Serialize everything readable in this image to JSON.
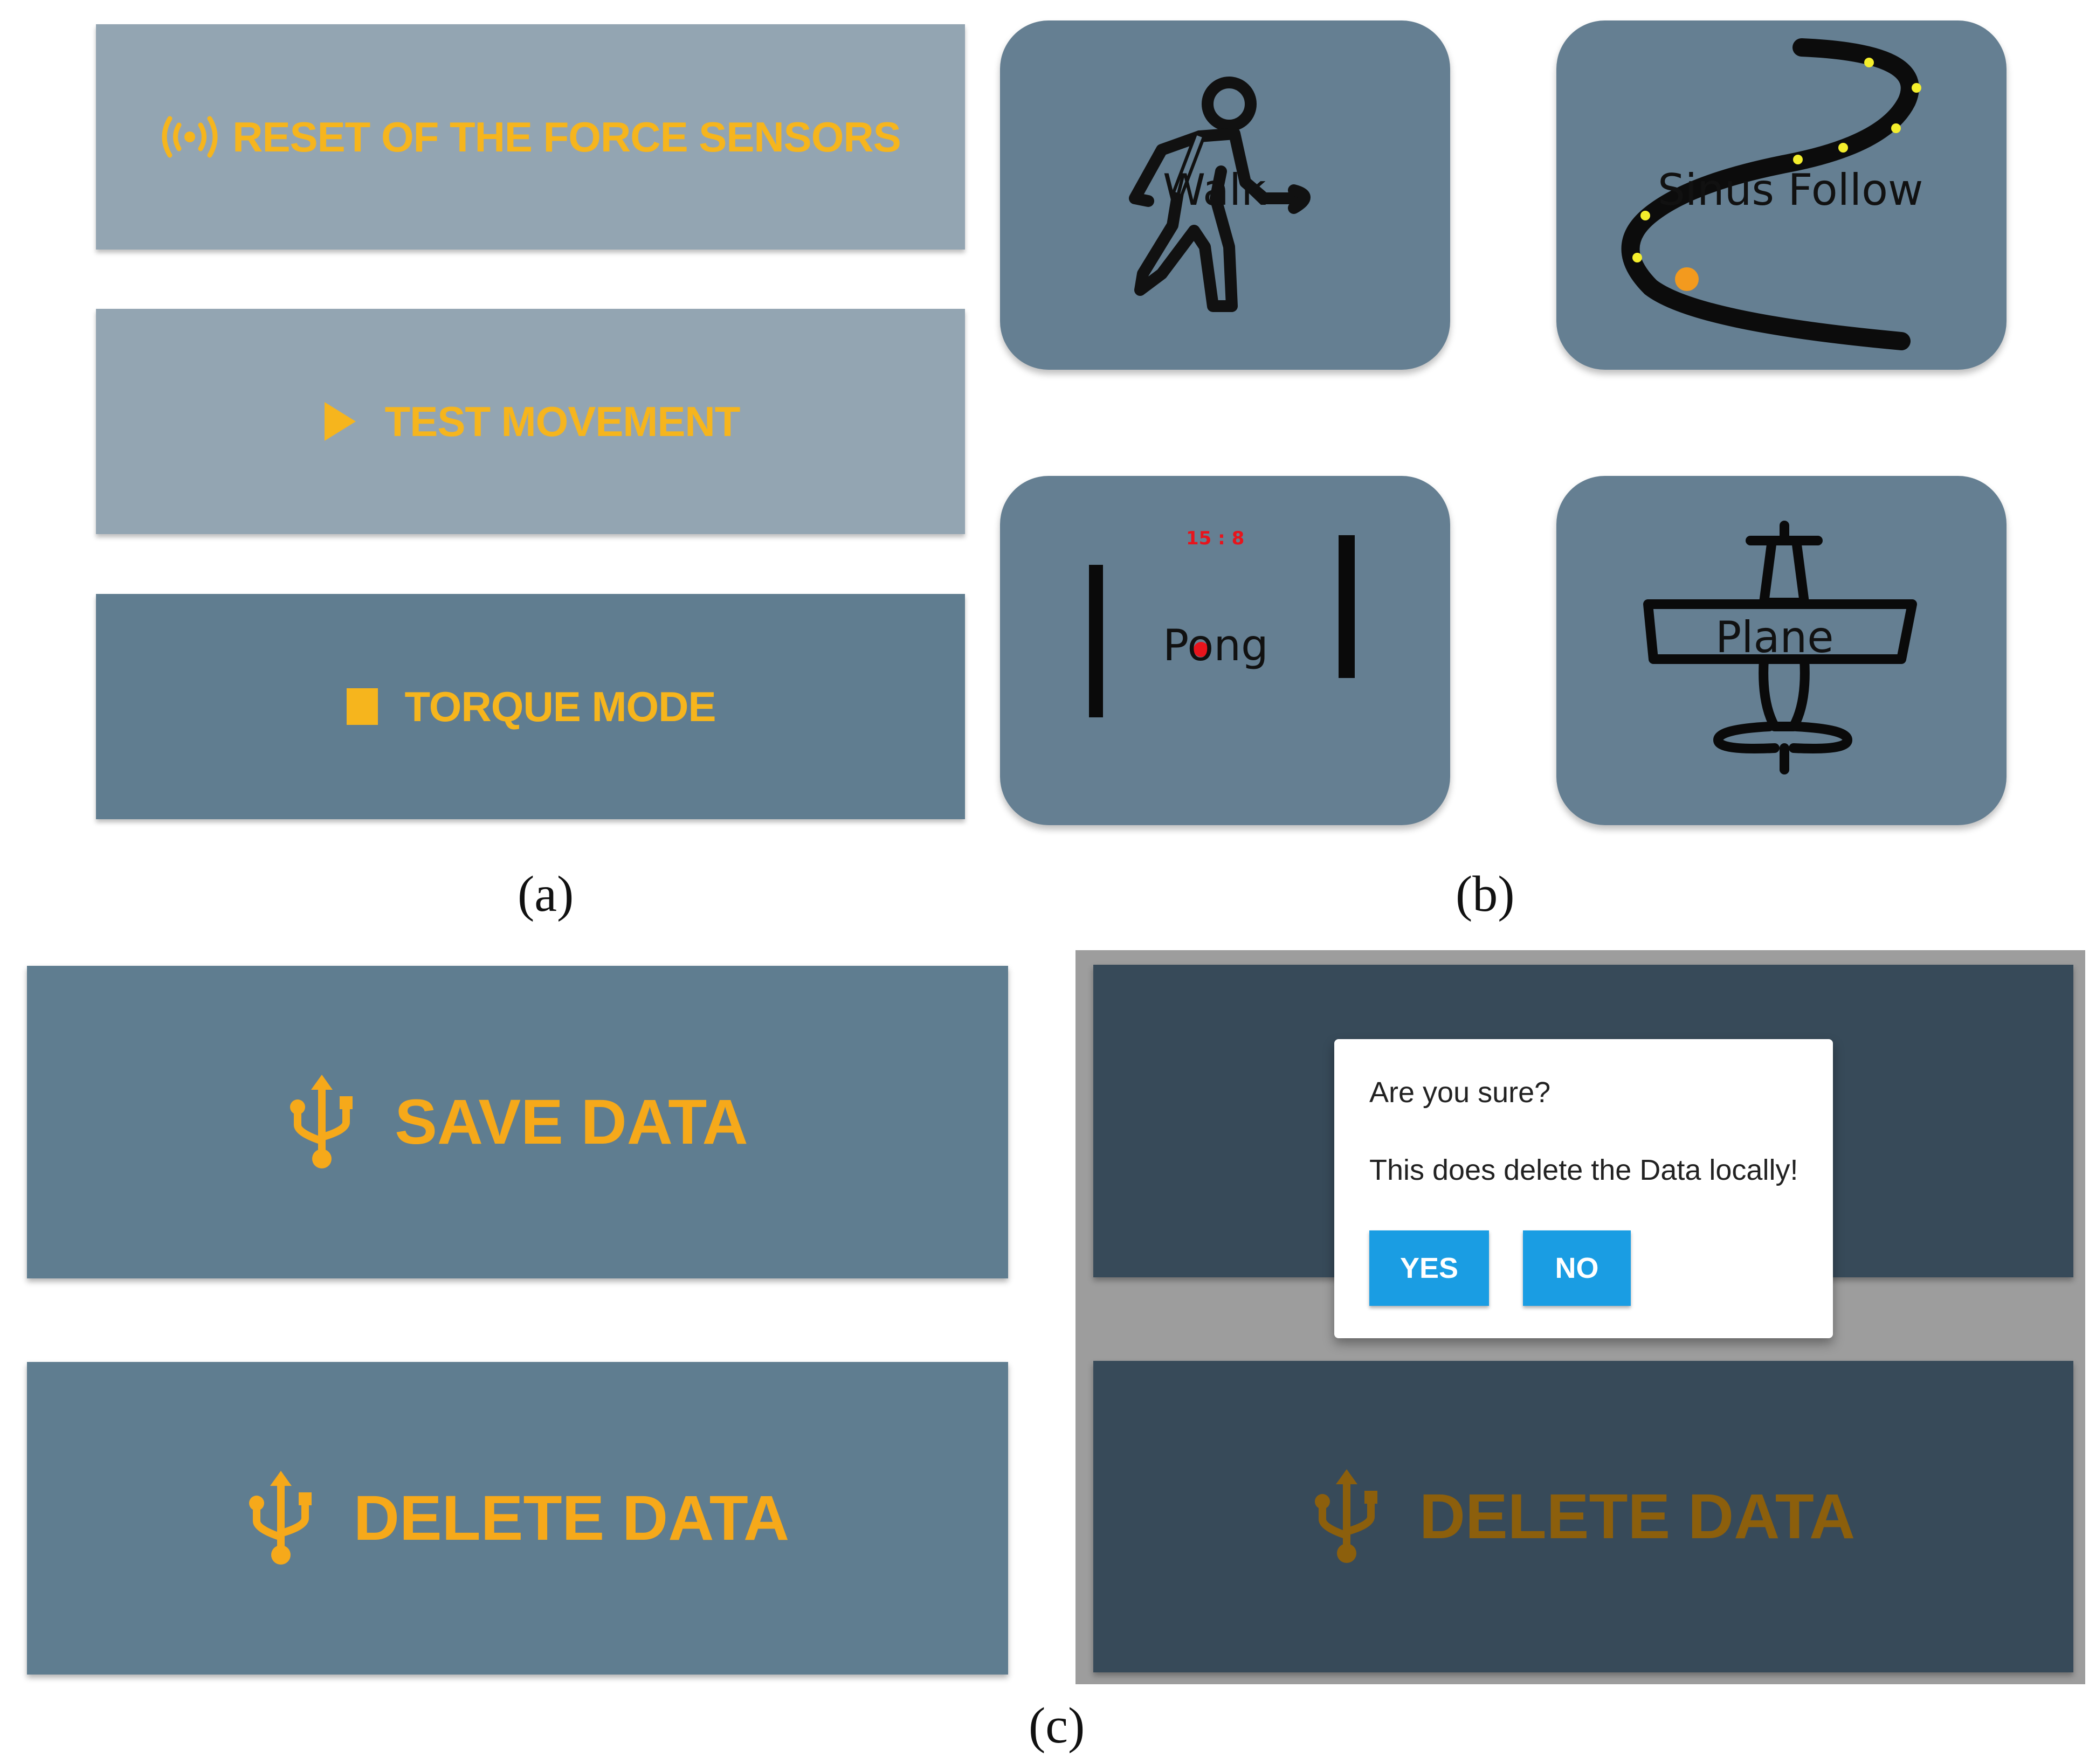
{
  "panel_a": {
    "caption": "(a)",
    "buttons": [
      {
        "label": "RESET OF THE FORCE SENSORS",
        "icon": "broadcast-icon"
      },
      {
        "label": "TEST MOVEMENT",
        "icon": "play-icon"
      },
      {
        "label": "TORQUE MODE",
        "icon": "stop-icon"
      }
    ]
  },
  "panel_b": {
    "caption": "(b)",
    "tiles": [
      {
        "label": "Walk",
        "icon": "walking-person-icon"
      },
      {
        "label": "Sinus Follow",
        "icon": "sine-path-icon"
      },
      {
        "label": "Pong",
        "icon": "pong-game-icon",
        "score": "15 : 8"
      },
      {
        "label": "Plane",
        "icon": "airplane-icon"
      }
    ]
  },
  "panel_c": {
    "caption": "(c)",
    "save_label": "SAVE DATA",
    "delete_label": "DELETE DATA",
    "delete_label_dimmed": "DELETE DATA",
    "dialog": {
      "title": "Are you sure?",
      "message": "This does delete the Data locally!",
      "yes": "YES",
      "no": "NO"
    }
  },
  "colors": {
    "button_light": "#93a5b2",
    "button_dark": "#607d90",
    "tile_bg": "#657f92",
    "accent_orange": "#f6b51d",
    "overlay_bg": "#9d9d9d",
    "dimmed_button": "#374a59",
    "dimmed_orange": "#8c5f0c",
    "dialog_button": "#1a9de3",
    "pong_score": "#e8141c"
  }
}
